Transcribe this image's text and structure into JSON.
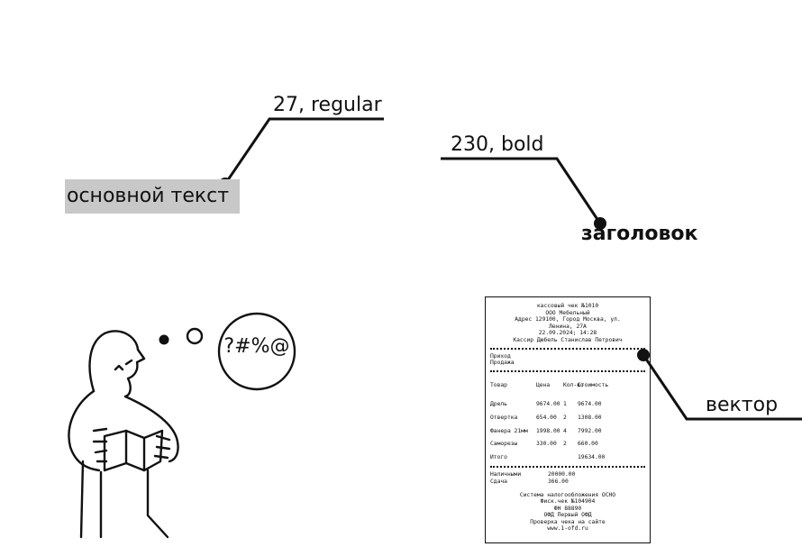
{
  "annotations": {
    "regular_spec": "27, regular",
    "bold_spec": "230, bold",
    "vector_label": "вектор"
  },
  "samples": {
    "body_text": "основной текст",
    "heading_text": "заголовок"
  },
  "thought_bubble": "?#%@",
  "receipt": {
    "header": [
      "кассовый чек №1010",
      "ООО Мебельный",
      "Адрес 129100, Город Москва, ул.",
      "Ленина, 27А",
      "22.09.2024; 14:28",
      "Кассир Дюбель Станислав Петрович"
    ],
    "income": "Приход",
    "sale": "Продажа",
    "columns": [
      "Товар",
      "Цена",
      "Кол-во",
      "Стоимость"
    ],
    "items": [
      [
        "Дрель",
        "9674.00",
        "1",
        "9674.00"
      ],
      [
        "Отвертка",
        "654.00",
        "2",
        "1308.00"
      ],
      [
        "Фанера 21мм",
        "1998.00",
        "4",
        "7992.00"
      ],
      [
        "Саморезы",
        "330.00",
        "2",
        "660.00"
      ]
    ],
    "total_label": "Итого",
    "total_value": "19634.00",
    "cash_label": "Наличными",
    "cash_value": "20000.00",
    "change_label": "Сдача",
    "change_value": "366.00",
    "footer": [
      "Система налогообложения ОСНО",
      "Фиск.чек №104904",
      "ФН 88890",
      "ОФД Первый ОФД",
      "Проверка чека на сайте",
      "www.1-ofd.ru"
    ]
  },
  "colors": {
    "ink": "#111111",
    "highlight": "#c8c8c8"
  }
}
